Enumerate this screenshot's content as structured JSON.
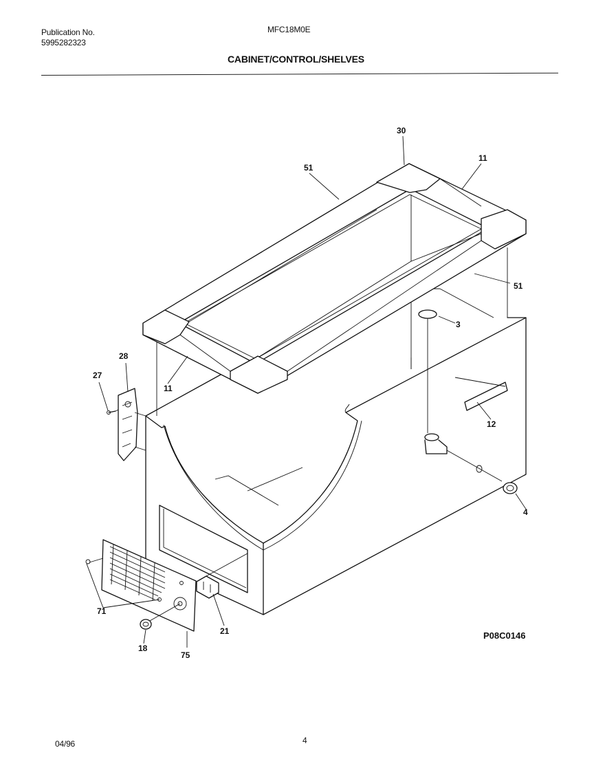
{
  "header": {
    "publication_label": "Publication No.",
    "publication_number": "5995282323",
    "model": "MFC18M0E",
    "section_title": "CABINET/CONTROL/SHELVES"
  },
  "parts": {
    "p30": "30",
    "p11_top": "11",
    "p51_top": "51",
    "p51_right": "51",
    "p3": "3",
    "p28": "28",
    "p27": "27",
    "p11_left": "11",
    "p12": "12",
    "p4": "4",
    "p71": "71",
    "p21": "21",
    "p18": "18",
    "p75": "75"
  },
  "diagram_code": "P08C0146",
  "footer": {
    "date": "04/96",
    "page_number": "4"
  }
}
